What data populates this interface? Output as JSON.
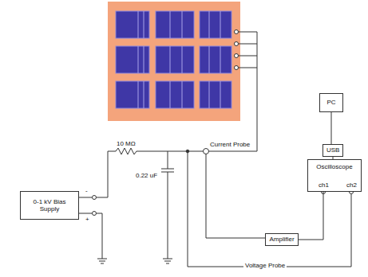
{
  "diagram": {
    "nodes": [
      {
        "text": [
          "PC"
        ]
      },
      {
        "text": [
          "USB"
        ]
      },
      {
        "text": [
          "Oscilloscope"
        ]
      },
      {
        "text": [
          "0-1 kV Bias Supply"
        ]
      },
      {
        "text": [
          "Amplifier"
        ]
      }
    ],
    "edges": [
      {
        "from": 0,
        "to": 1,
        "arrow": "none"
      },
      {
        "from": 1,
        "to": 2,
        "arrow": "none"
      },
      {
        "from": 4,
        "to": 2,
        "arrow": "none"
      }
    ],
    "labels": [
      "10 MΩ",
      "0.22 uF",
      "Current Probe",
      "Voltage Probe",
      "ch1",
      "ch2",
      "-",
      "+"
    ]
  }
}
